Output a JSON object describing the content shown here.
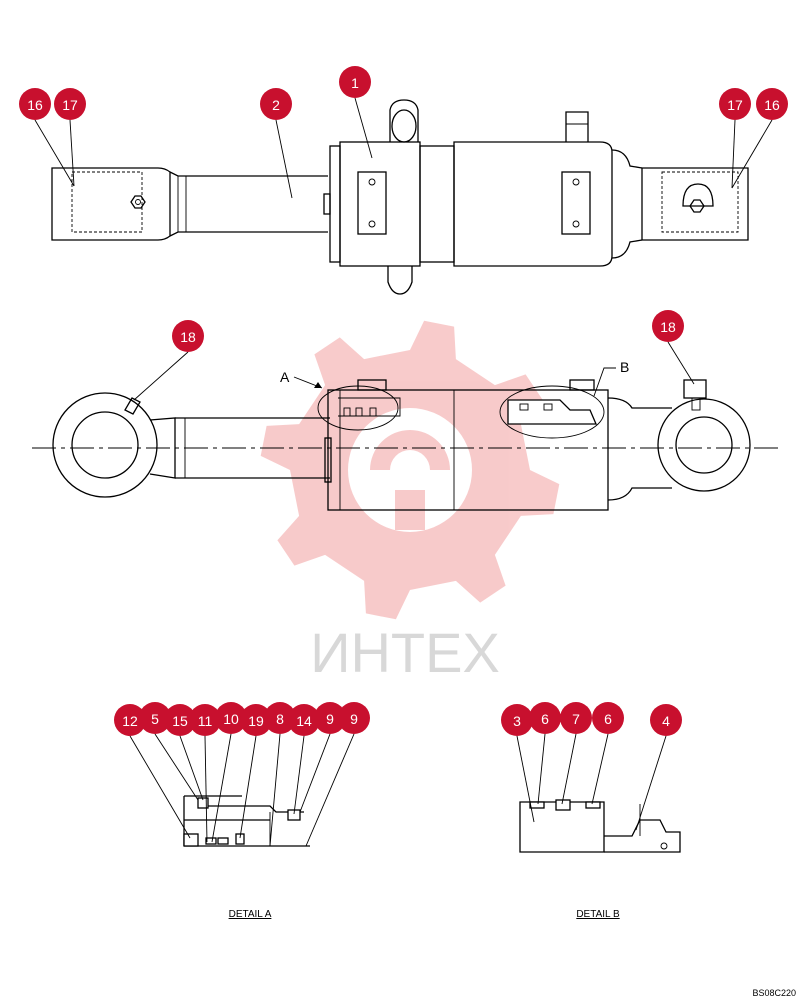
{
  "watermark": {
    "text": "ИНТЕХ",
    "color": "#f2a0a0"
  },
  "callout_color": "#c8102e",
  "callouts": {
    "top": [
      "16",
      "17",
      "2",
      "1",
      "17",
      "16"
    ],
    "side": [
      "18",
      "18"
    ],
    "detail_a": [
      "12",
      "5",
      "15",
      "11",
      "10",
      "19",
      "8",
      "14",
      "9",
      "9"
    ],
    "detail_b": [
      "3",
      "6",
      "7",
      "6",
      "4"
    ]
  },
  "section_markers": {
    "a": "A",
    "b": "B"
  },
  "detail_labels": {
    "a": "DETAIL   A",
    "b": "DETAIL   B"
  },
  "drawing_id": "BS08C220"
}
